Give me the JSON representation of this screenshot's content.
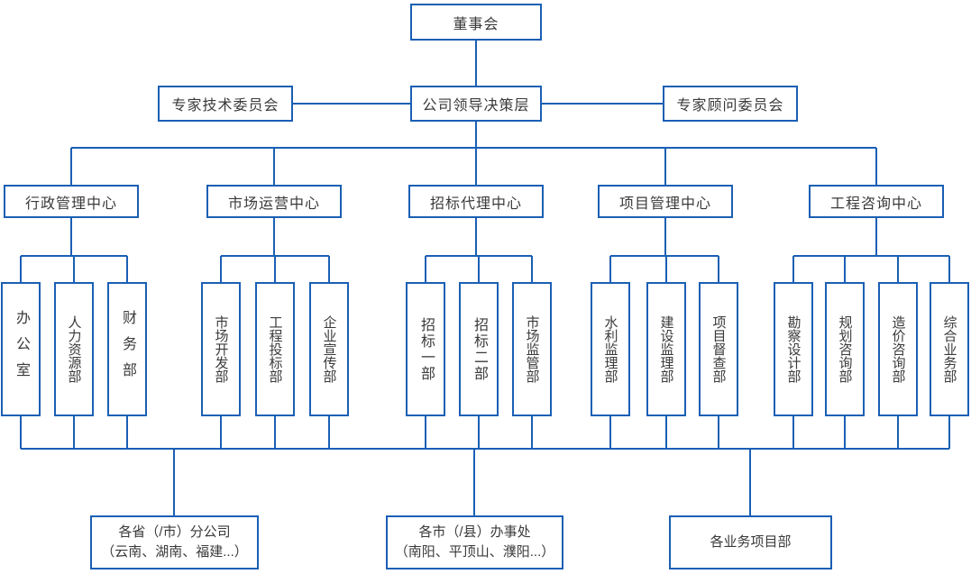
{
  "org": {
    "board": "董事会",
    "leadership": "公司领导决策层",
    "tech_committee": "专家技术委员会",
    "advisor_committee": "专家顾问委员会",
    "centers": [
      {
        "name": "行政管理中心",
        "depts": [
          "办公室",
          "人力资源部",
          "财务部"
        ]
      },
      {
        "name": "市场运营中心",
        "depts": [
          "市场开发部",
          "工程投标部",
          "企业宣传部"
        ]
      },
      {
        "name": "招标代理中心",
        "depts": [
          "招标一部",
          "招标二部",
          "市场监管部"
        ]
      },
      {
        "name": "项目管理中心",
        "depts": [
          "水利监理部",
          "建设监理部",
          "项目督查部"
        ]
      },
      {
        "name": "工程咨询中心",
        "depts": [
          "勘察设计部",
          "规划咨询部",
          "造价咨询部",
          "综合业务部"
        ]
      }
    ],
    "bottom": [
      {
        "line1": "各省（/市）分公司",
        "line2": "（云南、湖南、福建...）"
      },
      {
        "line1": "各市（/县）办事处",
        "line2": "（南阳、平顶山、濮阳...）"
      },
      {
        "line1": "各业务项目部"
      }
    ],
    "colors": {
      "line": "#1A5FB4",
      "text": "#3A3A3A",
      "background": "#FFFFFF"
    }
  }
}
